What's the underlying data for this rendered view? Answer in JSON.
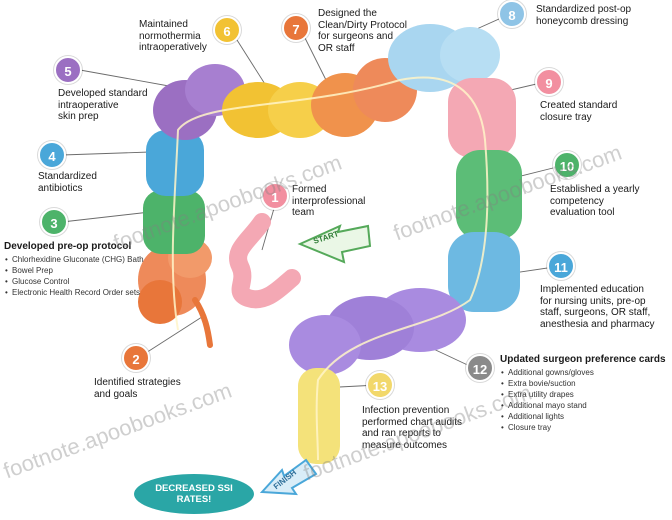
{
  "steps": [
    {
      "n": "1",
      "text": "Formed\ninterprofessional\nteam",
      "color": "#f28fa0"
    },
    {
      "n": "2",
      "text": "Identified strategies\nand goals",
      "color": "#e8763a"
    },
    {
      "n": "3",
      "text": "Developed pre-op protocol",
      "color": "#4db36a",
      "bullets": [
        "Chlorhexidine Gluconate (CHG) Bath",
        "Bowel Prep",
        "Glucose Control",
        "Electronic Health Record Order sets"
      ]
    },
    {
      "n": "4",
      "text": "Standardized\nantibiotics",
      "color": "#4aa7d9"
    },
    {
      "n": "5",
      "text": "Developed standard\nintraoperative\nskin prep",
      "color": "#9b6fc2"
    },
    {
      "n": "6",
      "text": "Maintained\nnormothermia\nintraoperatively",
      "color": "#f2c233"
    },
    {
      "n": "7",
      "text": "Designed the\nClean/Dirty Protocol\nfor surgeons and\nOR staff",
      "color": "#e8763a"
    },
    {
      "n": "8",
      "text": "Standardized post-op\nhoneycomb dressing",
      "color": "#8fc4e6"
    },
    {
      "n": "9",
      "text": "Created standard\nclosure tray",
      "color": "#f28fa0"
    },
    {
      "n": "10",
      "text": "Established a yearly\ncompetency\nevaluation tool",
      "color": "#4db36a"
    },
    {
      "n": "11",
      "text": "Implemented education\nfor nursing units, pre-op\nstaff, surgeons, OR staff,\nanesthesia and pharmacy",
      "color": "#4aa7d9"
    },
    {
      "n": "12",
      "text": "Updated surgeon preference cards",
      "color": "#8a8a8a",
      "bullets": [
        "Additional gowns/gloves",
        "Extra bovie/suction",
        "Extra utility drapes",
        "Additional mayo stand",
        "Additional lights",
        "Closure tray"
      ]
    },
    {
      "n": "13",
      "text": "Infection prevention\nperformed chart audits\nand ran reports to\nmeasure outcomes",
      "color": "#f2d86b"
    }
  ],
  "arrows": {
    "start_label": "START",
    "finish_label": "FINISH"
  },
  "outcome": {
    "label": "DECREASED SSI RATES!",
    "color": "#2aa6a6"
  },
  "watermark": "footnote.apoobooks.com",
  "colors": {
    "pink": "#f28fa0",
    "orange": "#e8763a",
    "green": "#4db36a",
    "blue": "#4aa7d9",
    "purple": "#9b6fc2",
    "yellow": "#f2c233",
    "light_blue": "#a9d6f0",
    "lavender": "#a98be0",
    "pale_yellow": "#f4e27a"
  }
}
